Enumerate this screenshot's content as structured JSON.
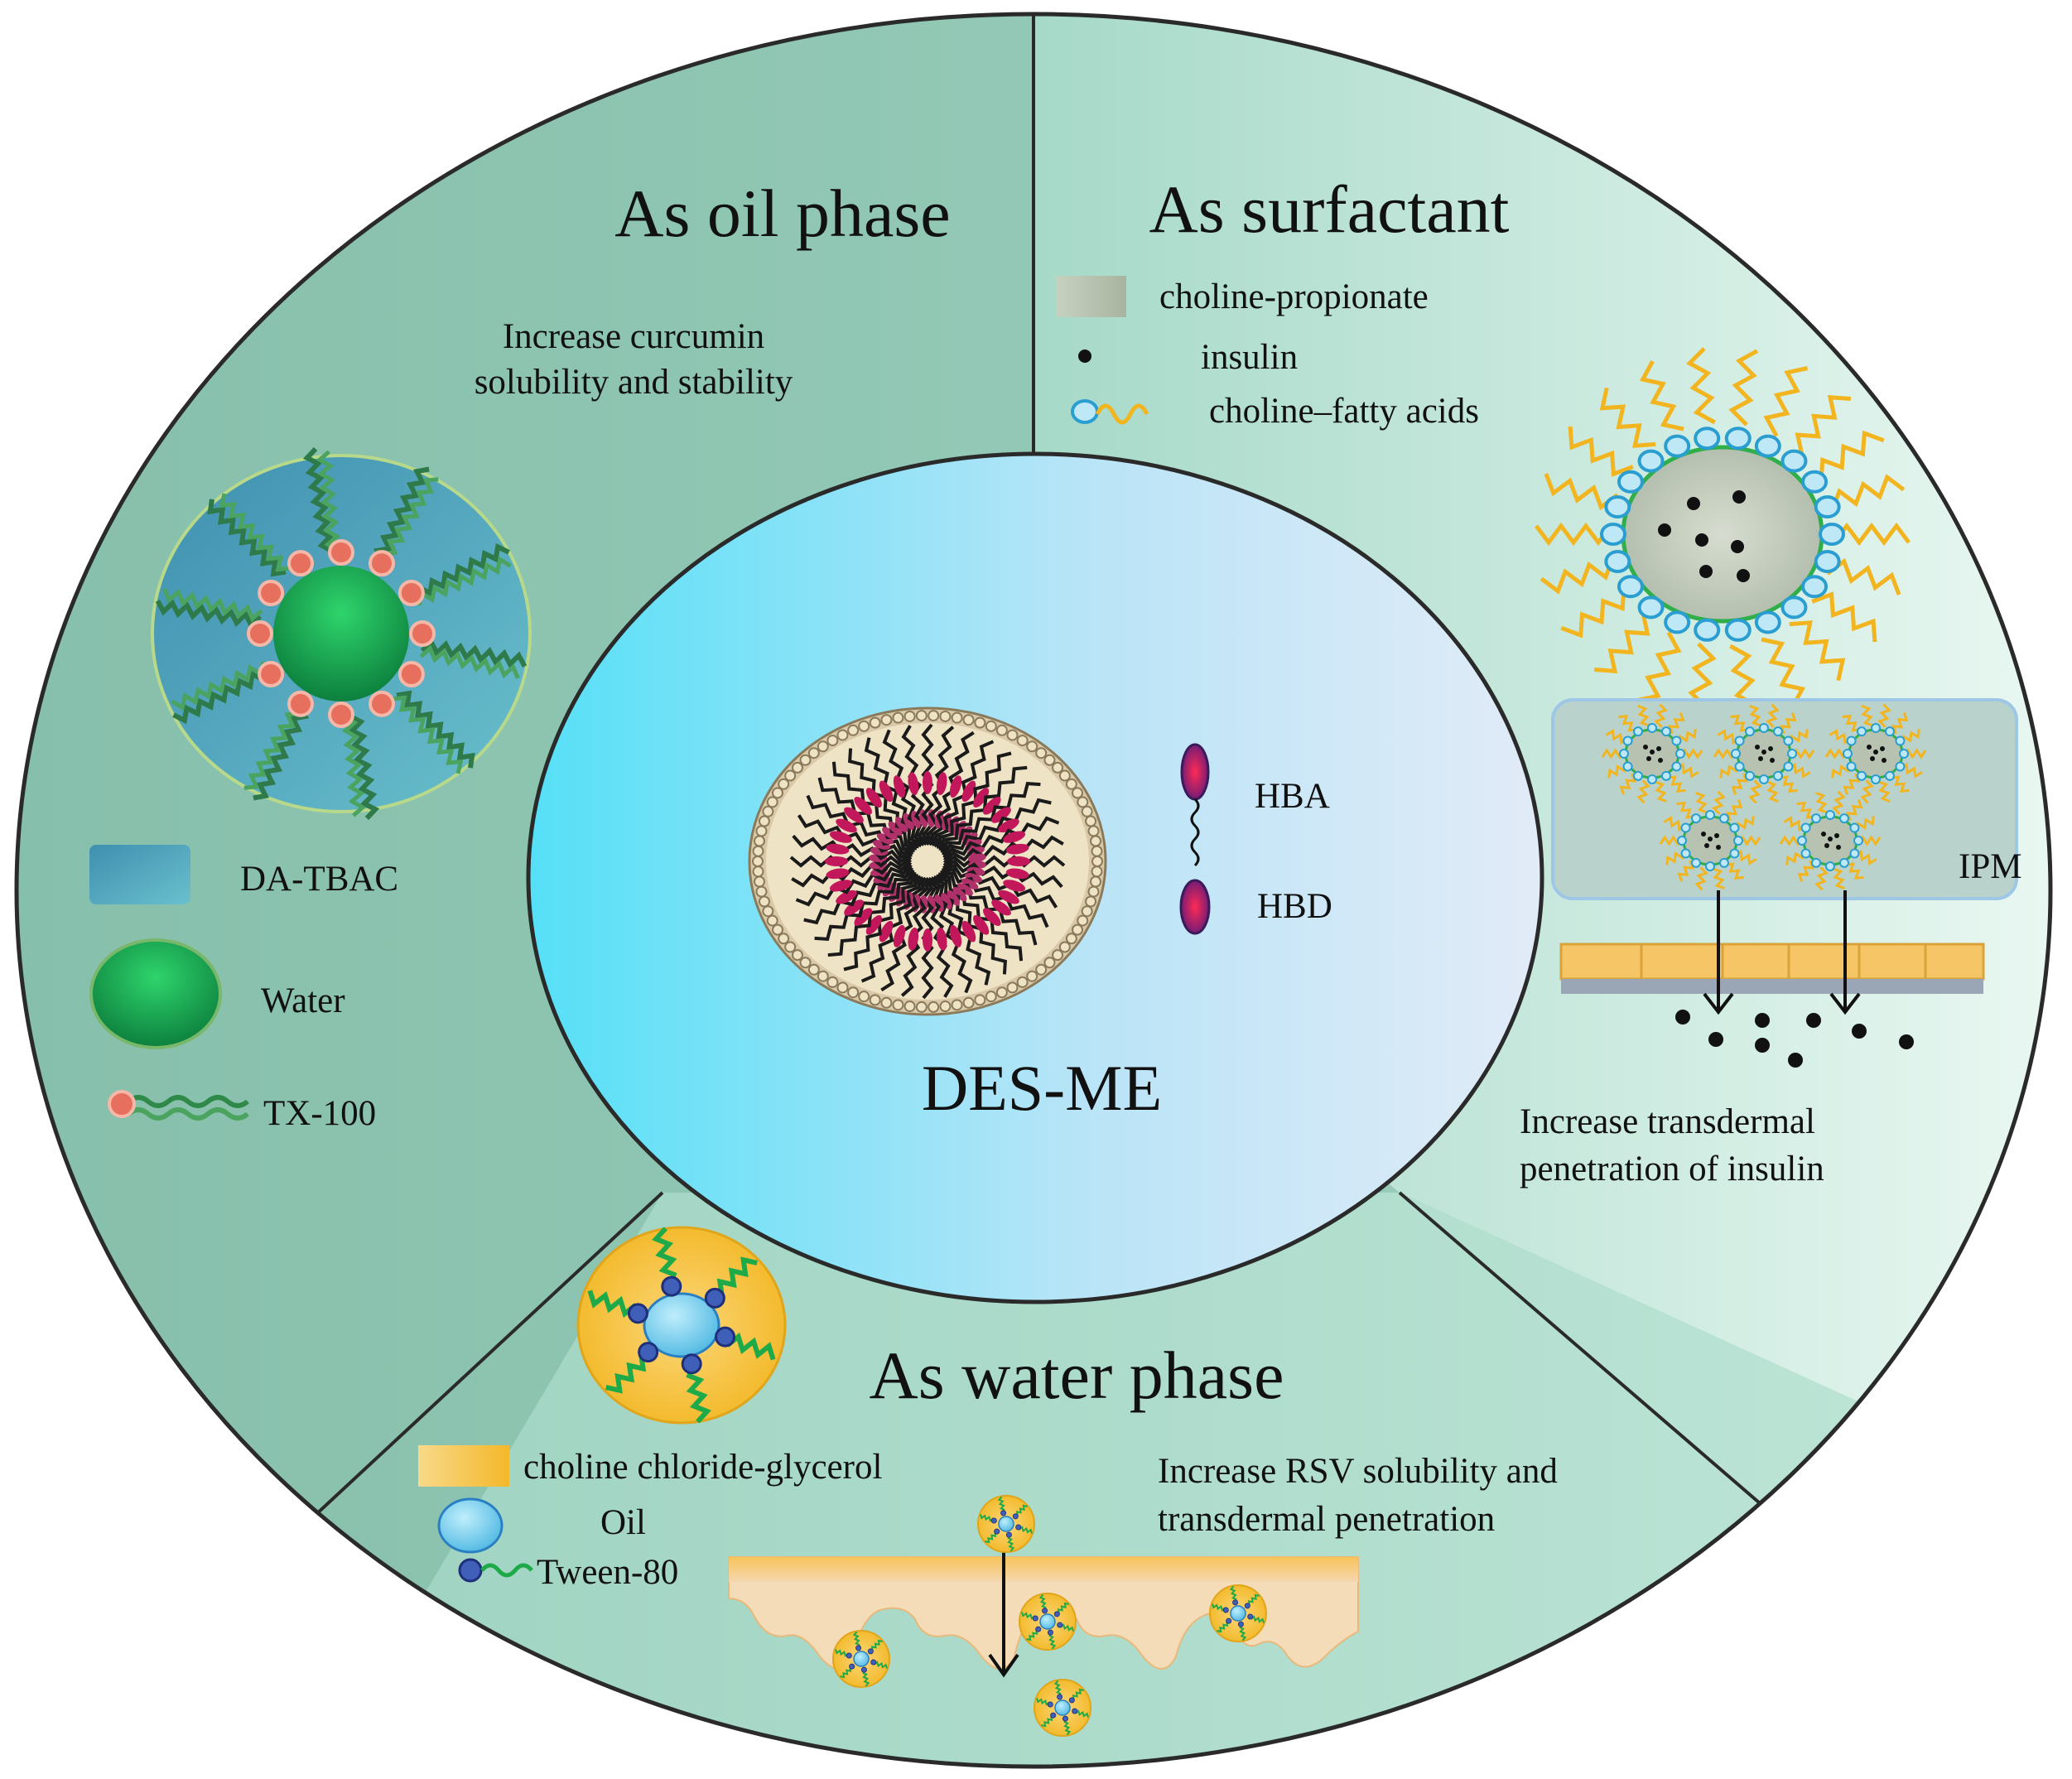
{
  "center": {
    "title": "DES-ME",
    "hba_label": "HBA",
    "hbd_label": "HBD"
  },
  "oil_phase": {
    "title": "As oil phase",
    "description_line1": "Increase curcumin",
    "description_line2": "solubility and stability",
    "legend": [
      {
        "label": "DA-TBAC",
        "icon": "da-tbac-swatch"
      },
      {
        "label": "Water",
        "icon": "water-droplet"
      },
      {
        "label": "TX-100",
        "icon": "tx100-surfactant"
      }
    ]
  },
  "surfactant": {
    "title": "As surfactant",
    "legend": [
      {
        "label": "choline-propionate",
        "icon": "choline-propionate-swatch"
      },
      {
        "label": "insulin",
        "icon": "insulin-dot"
      },
      {
        "label": "choline–fatty acids",
        "icon": "choline-fatty-acid-surfactant"
      }
    ],
    "ipm_label": "IPM",
    "description_line1": "Increase transdermal",
    "description_line2": "penetration of insulin"
  },
  "water_phase": {
    "title": "As water phase",
    "legend": [
      {
        "label": "choline chloride-glycerol",
        "icon": "choline-chloride-glycerol-swatch"
      },
      {
        "label": "Oil",
        "icon": "oil-droplet"
      },
      {
        "label": "Tween-80",
        "icon": "tween80-surfactant"
      }
    ],
    "description_line1": "Increase RSV solubility and",
    "description_line2": "transdermal penetration"
  },
  "colors": {
    "outline": "#2a2a2a",
    "oil_sector": "#8fc4b2",
    "surfactant_sector_light": "#e4f5ee",
    "water_sector": "#a9d8c6",
    "center_left": "#5de3f7",
    "center_right": "#dfe9f6",
    "surfactant_blue": "#58c2e6",
    "tail_yellow": "#f2b51f",
    "water_green": "#1fbf5c",
    "headgroup_red": "#e76f5e"
  }
}
